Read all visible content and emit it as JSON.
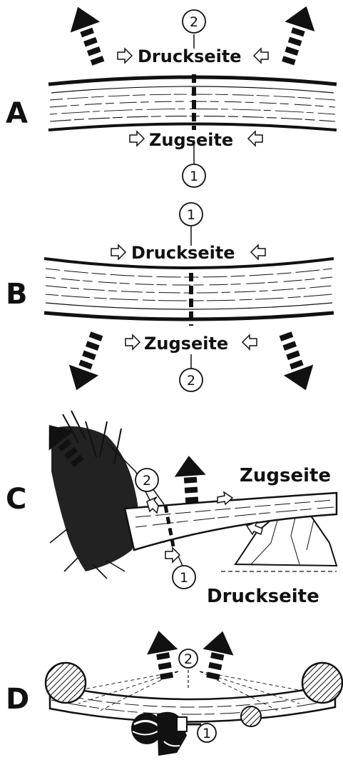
{
  "panels": [
    {
      "letter": "A",
      "top_label": "Druckseite",
      "bottom_label": "Zugseite",
      "top_marker": "2",
      "bottom_marker": "1"
    },
    {
      "letter": "B",
      "top_label": "Druckseite",
      "bottom_label": "Zugseite",
      "top_marker": "1",
      "bottom_marker": "2"
    },
    {
      "letter": "C",
      "upper_label": "Zugseite",
      "lower_label": "Druckseite",
      "upper_marker": "2",
      "lower_marker": "1"
    },
    {
      "letter": "D",
      "upper_marker": "2",
      "lower_marker": "1"
    }
  ],
  "colors": {
    "ink": "#111111",
    "paper": "#ffffff"
  },
  "icons": [
    "force-arrow-icon",
    "hollow-arrow-icon",
    "log-icon",
    "tree-roots-icon",
    "rock-icon",
    "worker-icon",
    "support-stump-icon"
  ]
}
